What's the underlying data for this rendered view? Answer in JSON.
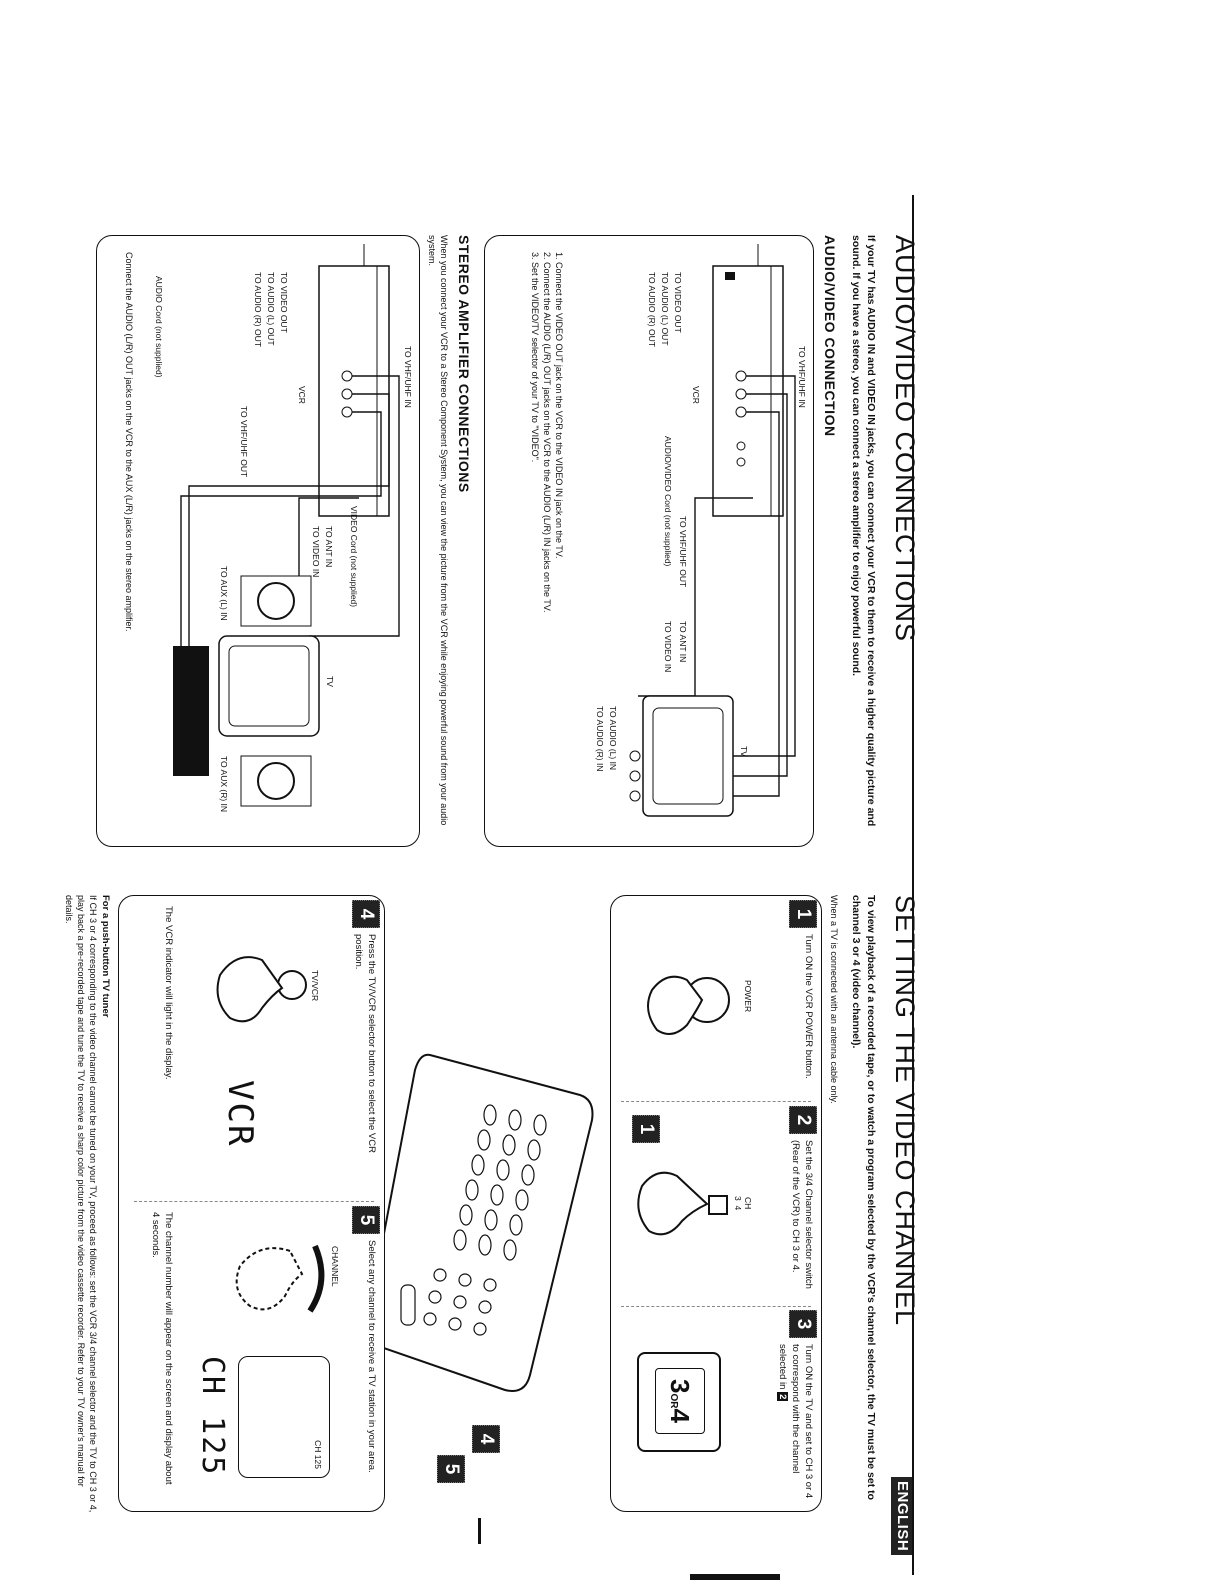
{
  "left_page": {
    "title": "AUDIO/VIDEO CONNECTIONS",
    "intro": "If your TV has AUDIO IN and VIDEO IN jacks, you can connect your VCR to them to receive a higher quality picture and sound. If you have a stereo, you can connect a stereo amplifier to enjoy powerful sound.",
    "av_section": {
      "heading": "AUDIO/VIDEO CONNECTION",
      "labels": {
        "to_vhf_uhf_in": "TO VHF/UHF IN",
        "vcr": "VCR",
        "to_video_out": "TO VIDEO OUT",
        "to_audio_l_out": "TO AUDIO (L) OUT",
        "to_audio_r_out": "TO AUDIO (R) OUT",
        "cable": "AUDIO/VIDEO Cord (not supplied)",
        "to_vhf_uhf_out": "TO VHF/UHF OUT",
        "to_ant_in": "TO ANT IN",
        "to_video_in": "TO VIDEO IN",
        "to_audio_l_in": "TO AUDIO (L) IN",
        "to_audio_r_in": "TO AUDIO (R) IN",
        "tv": "TV"
      },
      "steps": [
        "1. Connect the VIDEO OUT jack on the VCR to the VIDEO IN jack on the TV.",
        "2. Connect the AUDIO (L/R) OUT jacks on the VCR to the AUDIO (L/R) IN jacks on the TV.",
        "3. Set the VIDEO/TV selector of your TV to \"VIDEO\"."
      ]
    },
    "stereo_section": {
      "heading": "STEREO AMPLIFIER CONNECTIONS",
      "intro": "When you connect your VCR to a Stereo Component System, you can view the picture from the VCR while enjoying powerful sound from your audio system.",
      "labels": {
        "to_vhf_uhf_in": "TO VHF/UHF IN",
        "vcr": "VCR",
        "to_video_out": "TO VIDEO OUT",
        "to_audio_l_out": "TO AUDIO (L) OUT",
        "to_audio_r_out": "TO AUDIO (R) OUT",
        "video_cord": "VIDEO Cord (not supplied)",
        "to_ant_in": "TO ANT IN",
        "to_video_in": "TO VIDEO IN",
        "audio_cord": "AUDIO Cord (not supplied)",
        "to_vhf_uhf_out": "TO VHF/UHF OUT",
        "tv": "TV",
        "to_aux_l_in": "TO AUX (L) IN",
        "to_aux_r_in": "TO AUX (R) IN"
      },
      "note": "Connect the AUDIO (L/R) OUT jacks on the VCR to the AUX (L/R) jacks on the stereo amplifier."
    }
  },
  "right_page": {
    "title": "SETTING THE VIDEO CHANNEL",
    "intro": "To view playback of a recorded tape, or to watch a program selected by the VCR's channel selector, the TV must be set to channel 3 or 4 (video channel).",
    "antenna_note": "When a TV is connected with an antenna cable only.",
    "steps": [
      {
        "num": "1",
        "text": "Turn ON the VCR POWER button.",
        "label": "POWER"
      },
      {
        "num": "2",
        "text": "Set the 3/4 Channel selector switch (Rear of the VCR) to CH 3 or 4.",
        "label": "CH\n3  4"
      },
      {
        "num": "3",
        "text": "Turn ON the TV and set to CH 3 or 4 to correspond with the channel selected in",
        "ref": "2",
        "screen": "3",
        "screen_or": "OR",
        "screen_b": "4"
      },
      {
        "num": "4",
        "text": "Press the TV/VCR selector button to select the VCR position.",
        "label": "TV/VCR",
        "display": "VCR",
        "note": "The VCR indicator will light in the display."
      },
      {
        "num": "5",
        "text": "Select any channel to receive a TV station in your area.",
        "label": "CHANNEL",
        "display": "CH 125",
        "osd": "CH 125",
        "note": "The channel number will appear on the screen and display about 4 seconds."
      }
    ],
    "remote_callouts": [
      "1",
      "4",
      "5"
    ],
    "pushbutton": {
      "heading": "For a push-button TV tuner",
      "text": "If CH 3 or 4 corresponding to the video channel cannot be tuned on your TV, proceed as follows: set the VCR 3/4 channel selector and the TV to CH 3 or 4, play back a pre-recorded tape and tune the TV to receive a sharp color picture from the video cassette recorder. Refer to your TV owner's manual for details."
    },
    "language_tab": "ENGLISH"
  }
}
